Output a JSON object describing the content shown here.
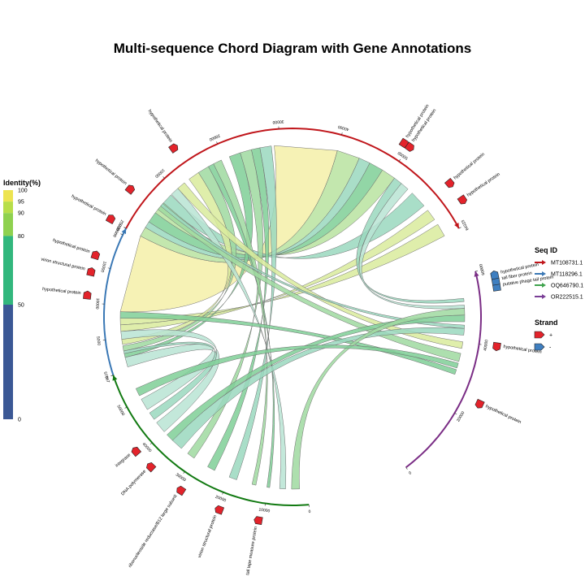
{
  "title": "Multi-sequence Chord Diagram with Gene Annotations",
  "colorbar": {
    "title": "Identity(%)",
    "ticks": [
      "100",
      "95",
      "90",
      "80",
      "50",
      "0"
    ],
    "bands": [
      {
        "from": 95,
        "to": 100,
        "color": "#ede451"
      },
      {
        "from": 90,
        "to": 95,
        "color": "#b8de4a"
      },
      {
        "from": 80,
        "to": 90,
        "color": "#8fd14f"
      },
      {
        "from": 50,
        "to": 80,
        "color": "#32b77d"
      },
      {
        "from": 0,
        "to": 50,
        "color": "#3b5895"
      }
    ]
  },
  "seq_legend": {
    "title": "Seq ID",
    "items": [
      {
        "label": "MT108731.1",
        "color": "#c0161b"
      },
      {
        "label": "MT118296.1",
        "color": "#3a78b5"
      },
      {
        "label": "OQ646790.1",
        "color": "#3fa34d"
      },
      {
        "label": "OR222515.1",
        "color": "#7a3e96"
      }
    ]
  },
  "strand_legend": {
    "title": "Strand",
    "items": [
      {
        "label": "+",
        "color": "#e3232b"
      },
      {
        "label": "-",
        "color": "#3f7fc0"
      }
    ]
  },
  "chart_data": {
    "type": "chord",
    "sequences": [
      {
        "id": "MT108731.1",
        "color": "#c0161b",
        "length": 64323,
        "ticks": [
          "0",
          "10000",
          "20000",
          "30000",
          "40000",
          "50000",
          "64323"
        ],
        "genes": [
          {
            "label": "hypothetical protein",
            "pos": 14000,
            "strand": "+"
          },
          {
            "label": "hypothetical protein",
            "pos": 49200,
            "strand": "+"
          },
          {
            "label": "hypothetical protein",
            "pos": 50200,
            "strand": "+"
          },
          {
            "label": "hypothetical protein",
            "pos": 58000,
            "strand": "+"
          },
          {
            "label": "hypothetical protein",
            "pos": 61000,
            "strand": "+"
          }
        ]
      },
      {
        "id": "MT118296.1",
        "color": "#3a78b5",
        "length": 21000,
        "ticks": [
          "0",
          "5000",
          "10000",
          "15000",
          "20000",
          "25000"
        ],
        "genes": [
          {
            "label": "hypothetical protein",
            "pos": 11000,
            "strand": "+"
          },
          {
            "label": "virion structural protein",
            "pos": 14000,
            "strand": "+"
          },
          {
            "label": "hypothetical protein",
            "pos": 16200,
            "strand": "+"
          },
          {
            "label": "hypothetical protein",
            "pos": 21200,
            "strand": "+"
          },
          {
            "label": "hypothetical protein",
            "pos": 25700,
            "strand": "+"
          }
        ]
      },
      {
        "id": "OQ646790.1",
        "color": "#127a12",
        "length": 57967,
        "ticks": [
          "0",
          "10000",
          "20000",
          "30000",
          "40000",
          "50000",
          "57967"
        ],
        "genes": [
          {
            "label": "tail tape measure protein",
            "pos": 11000,
            "strand": "+"
          },
          {
            "label": "virion structural protein",
            "pos": 19500,
            "strand": "+"
          },
          {
            "label": "ribonucleoside reductase/B12 large subunit",
            "pos": 28500,
            "strand": "+"
          },
          {
            "label": "DNA polymerase",
            "pos": 36500,
            "strand": "+"
          },
          {
            "label": "integrase",
            "pos": 41000,
            "strand": "+"
          }
        ]
      },
      {
        "id": "OR222515.1",
        "color": "#7a2d85",
        "length": 60000,
        "ticks": [
          "0",
          "20000",
          "40000",
          "60000"
        ],
        "genes": [
          {
            "label": "hypothetical protein",
            "pos": 25000,
            "strand": "+"
          },
          {
            "label": "hypothetical protein",
            "pos": 40000,
            "strand": "+"
          },
          {
            "label": "putative phage tail protein",
            "pos": 55000,
            "strand": "-"
          },
          {
            "label": "tail fiber protein",
            "pos": 56500,
            "strand": "-"
          },
          {
            "label": "hypothetical protein",
            "pos": 58000,
            "strand": "-"
          }
        ]
      }
    ],
    "links": [
      {
        "a": "MT108731.1",
        "a1": 29000,
        "a2": 40000,
        "b": "MT118296.1",
        "b1": 9000,
        "b2": 21000,
        "identity": 98
      },
      {
        "a": "MT108731.1",
        "a1": 40000,
        "a2": 44000,
        "b": "MT118296.1",
        "b1": 21000,
        "b2": 22500,
        "identity": 85
      },
      {
        "a": "MT108731.1",
        "a1": 44000,
        "a2": 46000,
        "b": "MT118296.1",
        "b1": 22500,
        "b2": 23500,
        "identity": 70
      },
      {
        "a": "MT108731.1",
        "a1": 46000,
        "a2": 48500,
        "b": "MT118296.1",
        "b1": 23500,
        "b2": 25200,
        "identity": 75
      },
      {
        "a": "MT108731.1",
        "a1": 48500,
        "a2": 51000,
        "b": "MT118296.1",
        "b1": 25200,
        "b2": 26500,
        "identity": 88
      },
      {
        "a": "MT108731.1",
        "a1": 55000,
        "a2": 58000,
        "b": "MT118296.1",
        "b1": 27000,
        "b2": 28800,
        "identity": 70
      },
      {
        "a": "MT108731.1",
        "a1": 62000,
        "a2": 64300,
        "b": "MT118296.1",
        "b1": 7000,
        "b2": 8000,
        "identity": 90
      },
      {
        "a": "MT108731.1",
        "a1": 59000,
        "a2": 61000,
        "b": "MT118296.1",
        "b1": 6000,
        "b2": 7000,
        "identity": 92
      },
      {
        "a": "MT108731.1",
        "a1": 13000,
        "a2": 15000,
        "b": "MT118296.1",
        "b1": 4000,
        "b2": 4800,
        "identity": 94
      },
      {
        "a": "MT108731.1",
        "a1": 15000,
        "a2": 17000,
        "b": "MT118296.1",
        "b1": 3000,
        "b2": 3800,
        "identity": 80
      },
      {
        "a": "MT108731.1",
        "a1": 21000,
        "a2": 23000,
        "b": "MT118296.1",
        "b1": 2000,
        "b2": 2600,
        "identity": 75
      },
      {
        "a": "MT108731.1",
        "a1": 23000,
        "a2": 25000,
        "b": "OQ646790.1",
        "b1": 30000,
        "b2": 32000,
        "identity": 82
      },
      {
        "a": "MT108731.1",
        "a1": 25000,
        "a2": 26500,
        "b": "OQ646790.1",
        "b1": 24000,
        "b2": 26000,
        "identity": 78
      },
      {
        "a": "MT108731.1",
        "a1": 26500,
        "a2": 28500,
        "b": "OQ646790.1",
        "b1": 18000,
        "b2": 20000,
        "identity": 72
      },
      {
        "a": "MT108731.1",
        "a1": 9000,
        "a2": 10500,
        "b": "OQ646790.1",
        "b1": 5500,
        "b2": 7000,
        "identity": 68
      },
      {
        "a": "MT108731.1",
        "a1": 17000,
        "a2": 18000,
        "b": "OQ646790.1",
        "b1": 9500,
        "b2": 10200,
        "identity": 78
      },
      {
        "a": "MT108731.1",
        "a1": 18000,
        "a2": 19500,
        "b": "OQ646790.1",
        "b1": 13000,
        "b2": 14000,
        "identity": 80
      },
      {
        "a": "MT108731.1",
        "a1": 5500,
        "a2": 7000,
        "b": "OR222515.1",
        "b1": 34000,
        "b2": 36500,
        "identity": 80
      },
      {
        "a": "MT108731.1",
        "a1": 10500,
        "a2": 12000,
        "b": "OR222515.1",
        "b1": 38000,
        "b2": 40000,
        "identity": 90
      },
      {
        "a": "MT108731.1",
        "a1": 51000,
        "a2": 52500,
        "b": "OR222515.1",
        "b1": 52000,
        "b2": 53000,
        "identity": 72
      },
      {
        "a": "MT108731.1",
        "a1": 52500,
        "a2": 54000,
        "b": "OR222515.1",
        "b1": 50000,
        "b2": 51000,
        "identity": 68
      },
      {
        "a": "MT118296.1",
        "a1": 500,
        "a2": 2000,
        "b": "OQ646790.1",
        "b1": 47000,
        "b2": 50000,
        "identity": 65
      },
      {
        "a": "MT118296.1",
        "a1": 2600,
        "a2": 3000,
        "b": "OQ646790.1",
        "b1": 44000,
        "b2": 46000,
        "identity": 70
      },
      {
        "a": "MT118296.1",
        "a1": 4800,
        "a2": 6000,
        "b": "OQ646790.1",
        "b1": 40000,
        "b2": 43000,
        "identity": 66
      },
      {
        "a": "MT118296.1",
        "a1": 8000,
        "a2": 9000,
        "b": "OR222515.1",
        "b1": 30000,
        "b2": 31500,
        "identity": 75
      },
      {
        "a": "MT118296.1",
        "a1": 26500,
        "a2": 27000,
        "b": "OR222515.1",
        "b1": 44000,
        "b2": 45000,
        "identity": 70
      },
      {
        "a": "OQ646790.1",
        "a1": 34000,
        "a2": 37000,
        "b": "OR222515.1",
        "b1": 42000,
        "b2": 44000,
        "identity": 70
      },
      {
        "a": "OQ646790.1",
        "a1": 37000,
        "a2": 39000,
        "b": "OR222515.1",
        "b1": 46000,
        "b2": 48000,
        "identity": 75
      },
      {
        "a": "OQ646790.1",
        "a1": 2000,
        "a2": 4000,
        "b": "OR222515.1",
        "b1": 48000,
        "b2": 50000,
        "identity": 80
      },
      {
        "a": "OQ646790.1",
        "a1": 51000,
        "a2": 53000,
        "b": "OR222515.1",
        "b1": 32000,
        "b2": 33500,
        "identity": 76
      }
    ]
  }
}
